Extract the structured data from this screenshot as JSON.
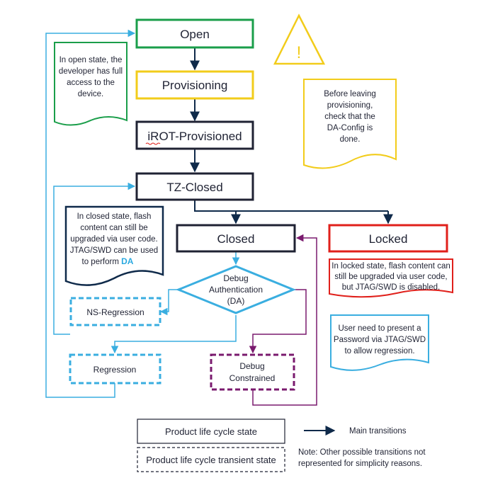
{
  "colors": {
    "navy": "#0f2a4a",
    "green": "#1a9e4a",
    "yellow": "#f2cc1b",
    "red": "#e0201b",
    "cyan": "#3aaee0",
    "purple": "#7a1a6e",
    "highlight": "#2aa9e0"
  },
  "states": {
    "open": "Open",
    "provisioning": "Provisioning",
    "irot": "iROT-Provisioned",
    "tz_closed": "TZ-Closed",
    "closed": "Closed",
    "locked": "Locked",
    "ns_regression": "NS-Regression",
    "regression": "Regression",
    "debug_constrained": [
      "Debug",
      "Constrained"
    ],
    "debug_auth": [
      "Debug",
      "Authentication",
      "(DA)"
    ]
  },
  "warning": {
    "icon": "warning-triangle-icon",
    "symbol": "!"
  },
  "notes": {
    "open": [
      "In open state, the",
      "developer has full",
      "access to the",
      "device."
    ],
    "provisioning": [
      "Before leaving",
      "provisioning,",
      "check that the",
      "DA-Config is",
      "done."
    ],
    "closed": [
      "In closed state, flash",
      "content can still be",
      "upgraded via user code.",
      "JTAG/SWD can be used",
      "to perform "
    ],
    "closed_highlight": "DA",
    "locked": [
      "In locked state, flash content can",
      "still be upgraded via user code,",
      "but JTAG/SWD is disabled."
    ],
    "password": [
      "User need to present a",
      "Password via JTAG/SWD",
      "to allow regression."
    ]
  },
  "legend": {
    "state": "Product life cycle state",
    "transient": "Product life cycle transient state",
    "main_transitions": "Main transitions",
    "note": [
      "Note: Other possible transitions not",
      "represented for simplicity reasons."
    ]
  }
}
